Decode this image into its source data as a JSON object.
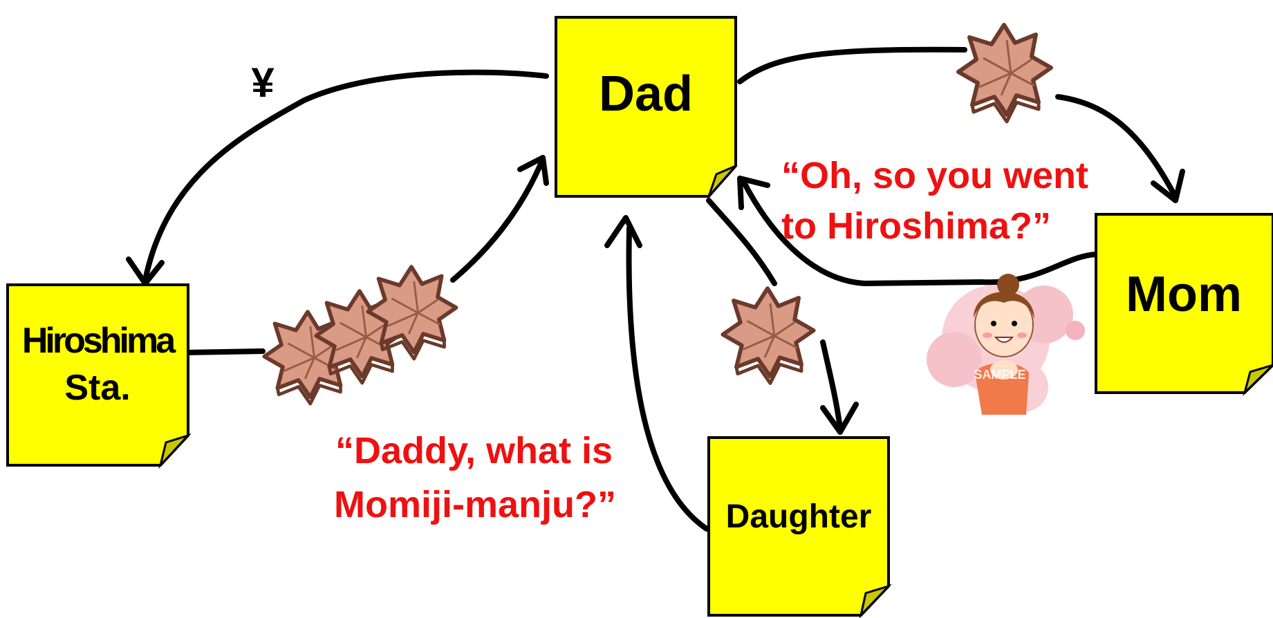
{
  "nodes": {
    "dad": {
      "label": "Dad"
    },
    "hiroshima": {
      "line1": "Hiroshima",
      "line2": "Sta."
    },
    "mom": {
      "label": "Mom"
    },
    "daughter": {
      "label": "Daughter"
    }
  },
  "edge_labels": {
    "yen": "¥"
  },
  "quotes": {
    "mom_line1": "“Oh, so you went",
    "mom_line2": "to Hiroshima?”",
    "daughter_line1": "“Daddy, what is",
    "daughter_line2": "Momiji-manju?”"
  },
  "watermark": "SAMPLE",
  "colors": {
    "note_fill": "#ffff00",
    "note_stroke": "#000000",
    "quote_text": "#ee1111",
    "manju_fill": "#d99a86",
    "manju_stroke": "#6b3a2a"
  },
  "icons": [
    "momiji-manju-icon",
    "smiling-woman-icon"
  ]
}
